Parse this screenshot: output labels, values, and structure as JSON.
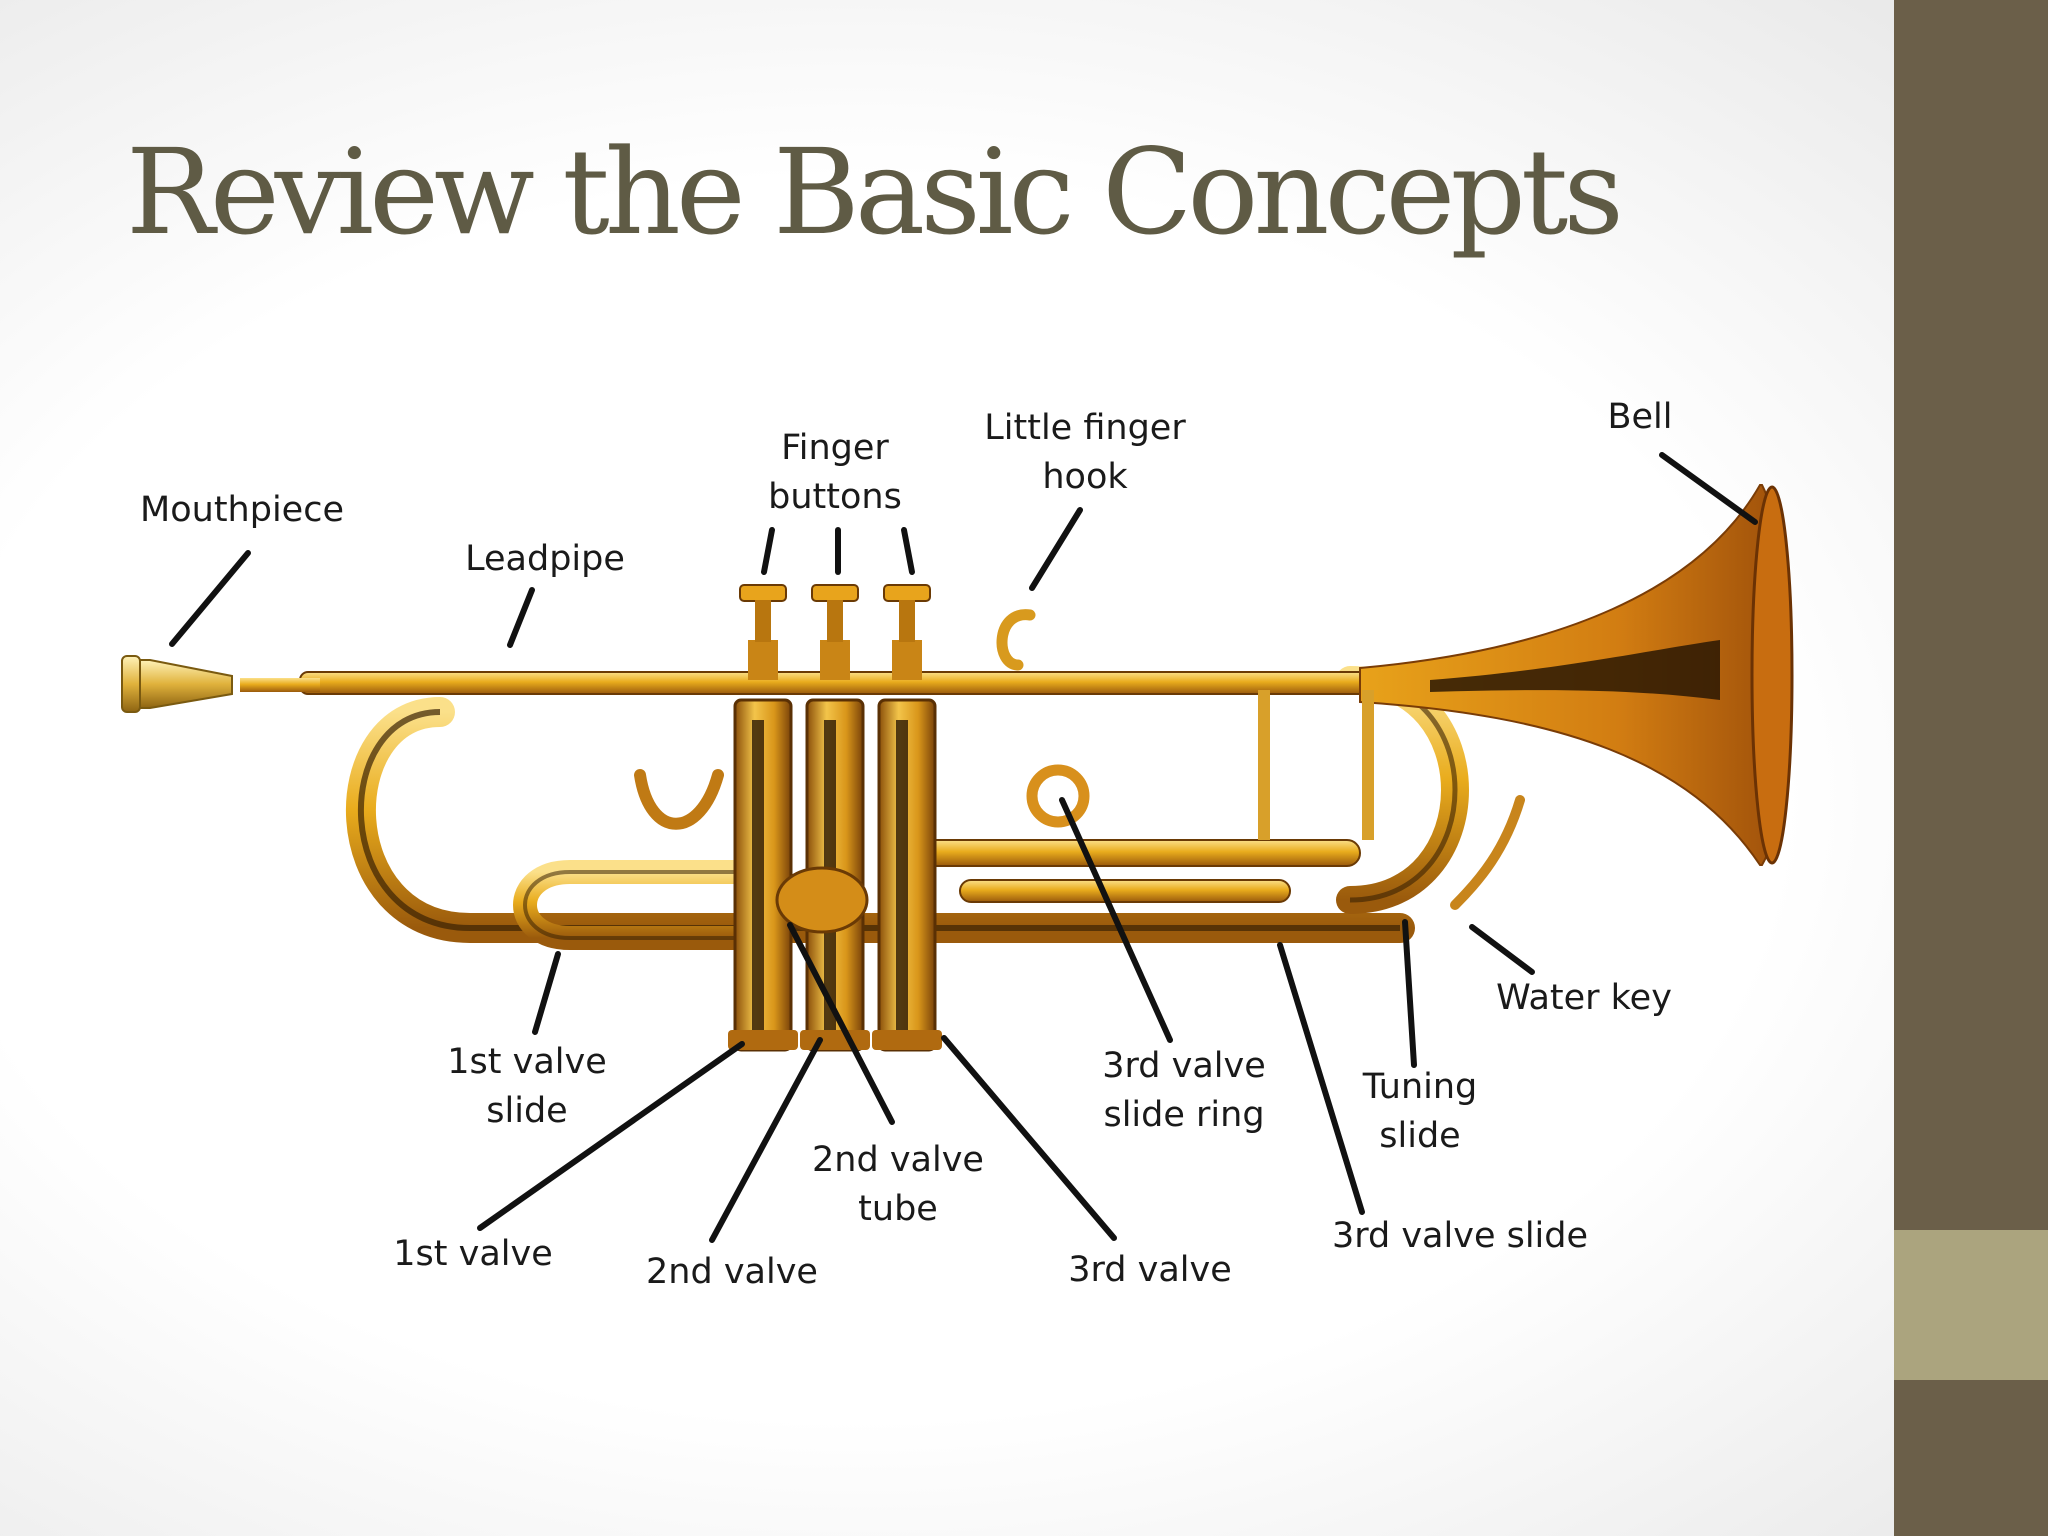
{
  "slide": {
    "title": "Review the Basic Concepts",
    "colors": {
      "title": "#5f5b45",
      "side_bar": "#6b5f49",
      "side_accent": "#aba47e",
      "brass": "#e2a514"
    }
  },
  "labels": {
    "mouthpiece": "Mouthpiece",
    "leadpipe": "Leadpipe",
    "finger_buttons_1": "Finger",
    "finger_buttons_2": "buttons",
    "little_finger_hook_1": "Little finger",
    "little_finger_hook_2": "hook",
    "bell": "Bell",
    "water_key": "Water key",
    "tuning_slide_1": "Tuning",
    "tuning_slide_2": "slide",
    "third_valve_slide": "3rd valve slide",
    "third_valve_slide_ring_1": "3rd valve",
    "third_valve_slide_ring_2": "slide ring",
    "third_valve": "3rd valve",
    "second_valve_tube_1": "2nd valve",
    "second_valve_tube_2": "tube",
    "second_valve": "2nd valve",
    "first_valve": "1st valve",
    "first_valve_slide_1": "1st valve",
    "first_valve_slide_2": "slide"
  }
}
